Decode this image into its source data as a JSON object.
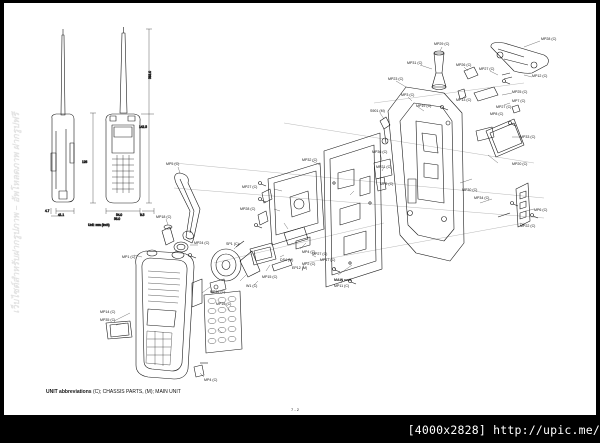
{
  "watermark": "[4000x2828] http://upic.me/",
  "side_watermark": "เว็บไซต์สำหรับฝากรูปภาพ – อัพโหลดภาพ ฝากรูปฟรี",
  "footer": {
    "unit_abbrev_label": "UNIT abbreviations",
    "unit_abbrev_text": " (C); CHASSIS PARTS, (M); MAIN UNIT",
    "page_number": "7 - 2"
  },
  "dimensions": {
    "height_total": "593.0",
    "height_antenna": "142.5",
    "height_body": "126",
    "width_1": "4.7",
    "width_2": "41.1",
    "width_3": "54.0",
    "width_4": "56.0",
    "width_5": "9.5",
    "unit_note": "Unit: mm (inch)"
  },
  "labels": {
    "mp29": "MP29 (C)",
    "mp28": "MP28 (C)",
    "mp31": "MP31 (C)",
    "mp26": "MP26 (C)",
    "mp27a": "MP27 (C)",
    "mp12": "MP12 (C)",
    "mp23": "MP23 (C)",
    "mp3": "MP3 (C)",
    "mp13": "MP13 (C)",
    "mp25": "MP25 (C)",
    "mp7": "MP7 (C)",
    "mp27b": "MP27 (C)",
    "mp8": "MP8 (C)",
    "s901": "S901 (M)",
    "mp19": "MP19 (C)",
    "mp33": "MP33 (C)",
    "mp32": "MP32 (C)",
    "mp36": "MP36 (C)",
    "mp20": "MP20 (C)",
    "mp27c": "MP27 (C)",
    "mp21": "MP21 (C)",
    "mp9": "MP9 (C)",
    "mp5": "MP5 (C)",
    "mp28b": "MP28 (C)",
    "mp30": "MP30 (C)",
    "mp34": "MP34 (C)",
    "mp18": "MP18 (C)",
    "mp24": "MP24 (C)",
    "sp1": "SP1 (C)",
    "mp1": "MP1 (C)",
    "mp6": "MP6 (C)",
    "mp22": "MP22 (C)",
    "mp4": "MP4 (C)",
    "mp27d": "MP27 (C)",
    "mp2": "MP2 (C)",
    "ds4": "DS4 (M)",
    "ep12": "EP12 (M)",
    "mp17": "MP17 (C)",
    "mp15": "MP15 (C)",
    "w1": "W1 (C)",
    "mp16": "MP16 (C)",
    "mp10": "MP10 (C)",
    "mp11": "MP11 (C)",
    "mp14": "MP14 (C)",
    "mp35": "MP35 (C)",
    "mp4b": "MP4 (C)",
    "main_unit": "MAIN unit"
  },
  "colors": {
    "page": "#ffffff",
    "frame": "#000000",
    "line": "#1a1a1a",
    "hatch": "#9a9a9a"
  }
}
